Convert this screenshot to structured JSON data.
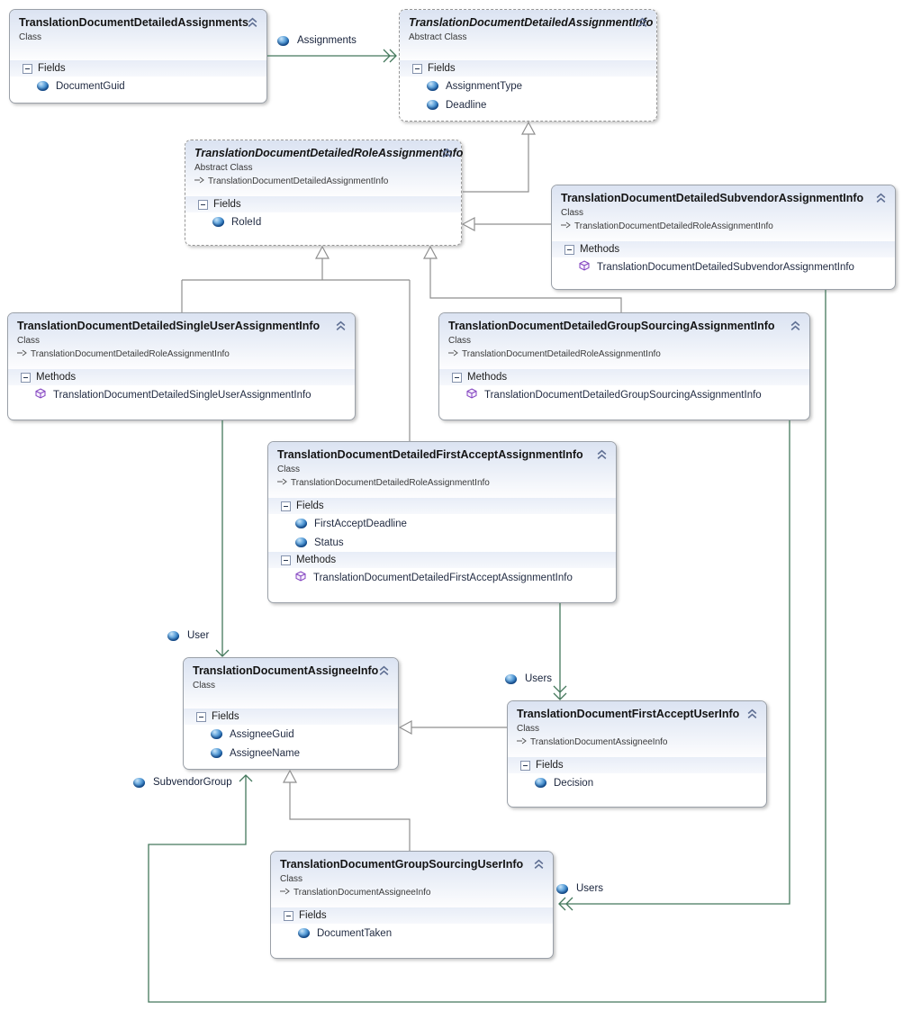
{
  "classes": [
    {
      "name": "TranslationDocumentDetailedAssignments",
      "kind": "Class",
      "sections": [
        {
          "title": "Fields",
          "items": [
            "DocumentGuid"
          ]
        }
      ]
    },
    {
      "name": "TranslationDocumentDetailedAssignmentInfo",
      "kind": "Abstract Class",
      "sections": [
        {
          "title": "Fields",
          "items": [
            "AssignmentType",
            "Deadline"
          ]
        }
      ]
    },
    {
      "name": "TranslationDocumentDetailedRoleAssignmentInfo",
      "kind": "Abstract Class",
      "base": "TranslationDocumentDetailedAssignmentInfo",
      "sections": [
        {
          "title": "Fields",
          "items": [
            "RoleId"
          ]
        }
      ]
    },
    {
      "name": "TranslationDocumentDetailedSubvendorAssignmentInfo",
      "kind": "Class",
      "base": "TranslationDocumentDetailedRoleAssignmentInfo",
      "sections": [
        {
          "title": "Methods",
          "items": [
            "TranslationDocumentDetailedSubvendorAssignmentInfo"
          ]
        }
      ]
    },
    {
      "name": "TranslationDocumentDetailedSingleUserAssignmentInfo",
      "kind": "Class",
      "base": "TranslationDocumentDetailedRoleAssignmentInfo",
      "sections": [
        {
          "title": "Methods",
          "items": [
            "TranslationDocumentDetailedSingleUserAssignmentInfo"
          ]
        }
      ]
    },
    {
      "name": "TranslationDocumentDetailedGroupSourcingAssignmentInfo",
      "kind": "Class",
      "base": "TranslationDocumentDetailedRoleAssignmentInfo",
      "sections": [
        {
          "title": "Methods",
          "items": [
            "TranslationDocumentDetailedGroupSourcingAssignmentInfo"
          ]
        }
      ]
    },
    {
      "name": "TranslationDocumentDetailedFirstAcceptAssignmentInfo",
      "kind": "Class",
      "base": "TranslationDocumentDetailedRoleAssignmentInfo",
      "sections": [
        {
          "title": "Fields",
          "items": [
            "FirstAcceptDeadline",
            "Status"
          ]
        },
        {
          "title": "Methods",
          "items": [
            "TranslationDocumentDetailedFirstAcceptAssignmentInfo"
          ]
        }
      ]
    },
    {
      "name": "TranslationDocumentAssigneeInfo",
      "kind": "Class",
      "sections": [
        {
          "title": "Fields",
          "items": [
            "AssigneeGuid",
            "AssigneeName"
          ]
        }
      ]
    },
    {
      "name": "TranslationDocumentFirstAcceptUserInfo",
      "kind": "Class",
      "base": "TranslationDocumentAssigneeInfo",
      "sections": [
        {
          "title": "Fields",
          "items": [
            "Decision"
          ]
        }
      ]
    },
    {
      "name": "TranslationDocumentGroupSourcingUserInfo",
      "kind": "Class",
      "base": "TranslationDocumentAssigneeInfo",
      "sections": [
        {
          "title": "Fields",
          "items": [
            "DocumentTaken"
          ]
        }
      ]
    }
  ],
  "associations": [
    {
      "label": "Assignments"
    },
    {
      "label": "User"
    },
    {
      "label": "Users"
    },
    {
      "label": "SubvendorGroup"
    },
    {
      "label": "Users"
    }
  ],
  "colors": {
    "association_line": "#44785c",
    "inheritance_line": "#8f8f8f",
    "property_icon_blue": "#1c66ae",
    "method_icon_purple": "#8140bf",
    "header_tint": "#dbe3f2"
  }
}
